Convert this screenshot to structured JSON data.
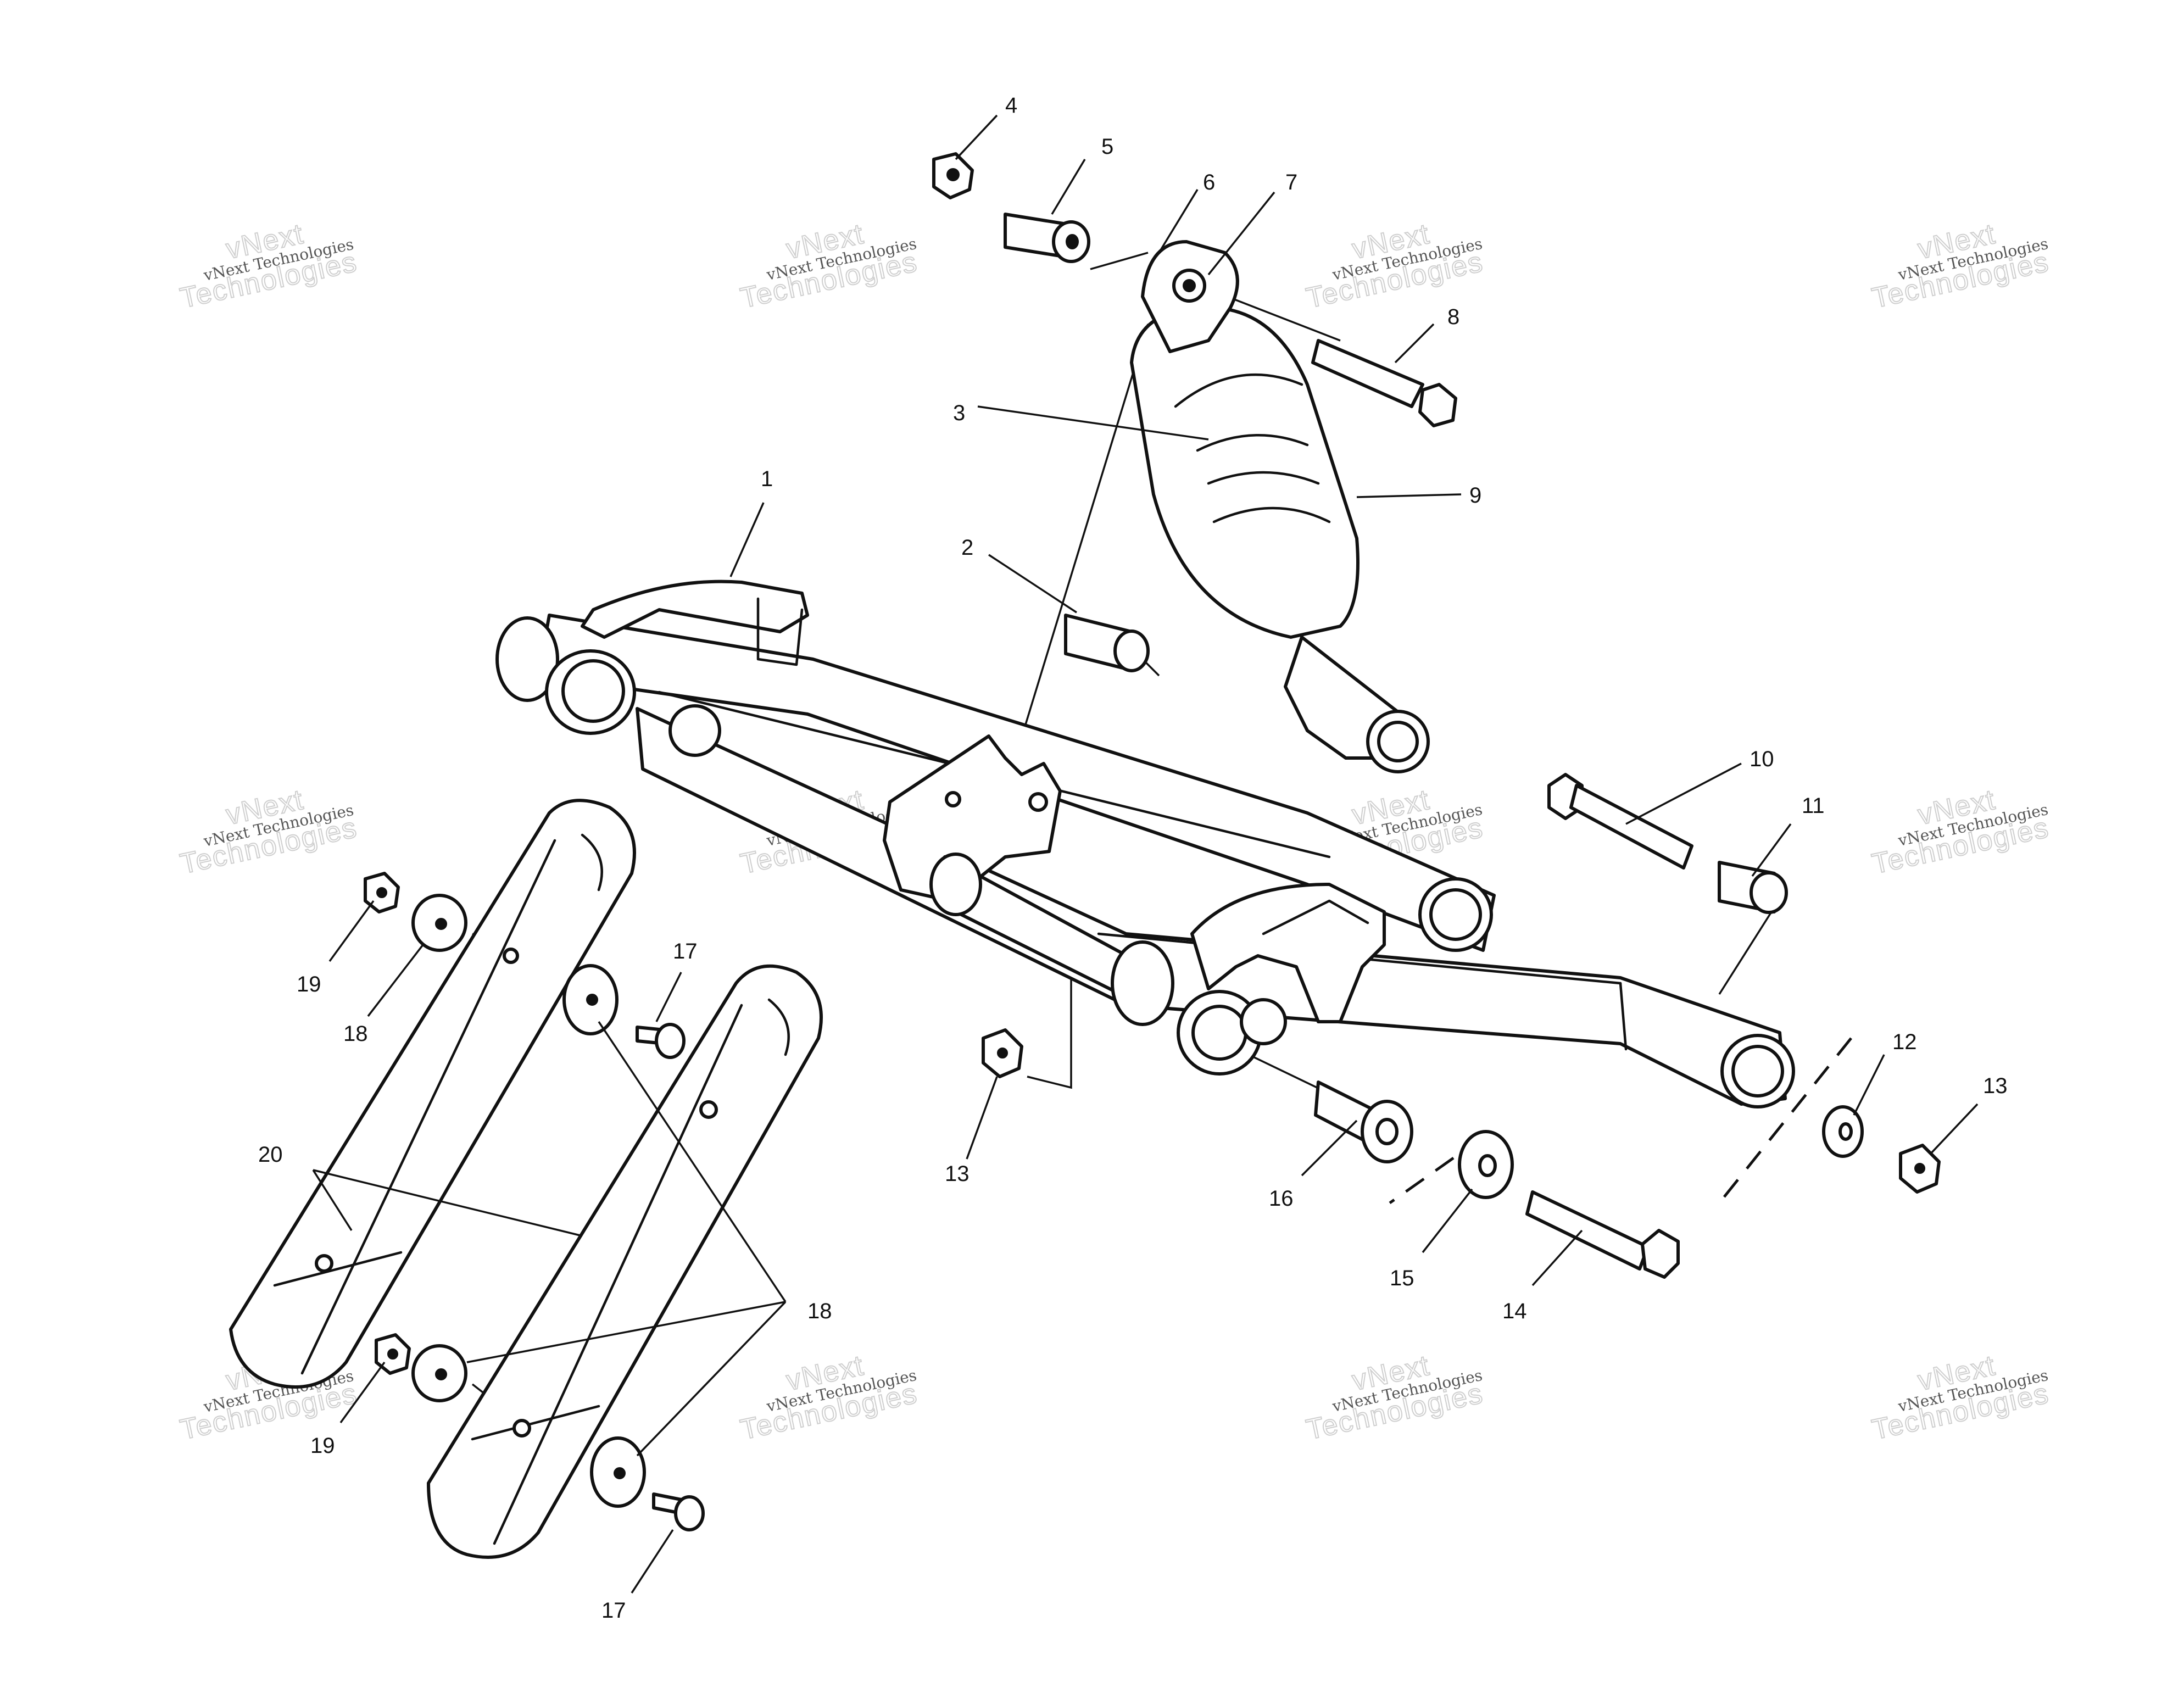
{
  "watermark": {
    "small_text": "vNext Technologies",
    "big_line1": "vNext",
    "big_line2": "Technologies"
  },
  "callouts": {
    "c1": "1",
    "c2": "2",
    "c3": "3",
    "c4": "4",
    "c5": "5",
    "c6": "6",
    "c7": "7",
    "c8": "8",
    "c9": "9",
    "c10": "10",
    "c11": "11",
    "c12": "12",
    "c13a": "13",
    "c13b": "13",
    "c14": "14",
    "c15": "15",
    "c16": "16",
    "c17a": "17",
    "c17b": "17",
    "c18a": "18",
    "c18b": "18",
    "c19a": "19",
    "c19b": "19",
    "c20": "20"
  }
}
